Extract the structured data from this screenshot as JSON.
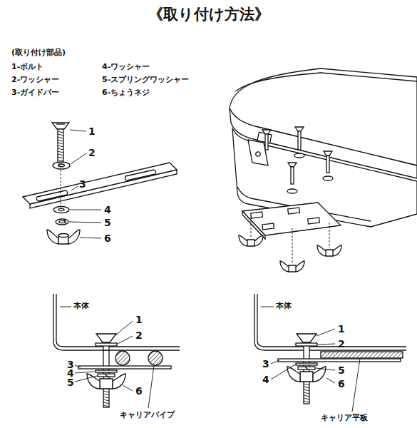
{
  "diagram": {
    "title": "《取り付け方法》",
    "labels": [
      "(取り付け部品)",
      "1-ボルト",
      "2-ワッシャー",
      "3-ガイドバー",
      "4-ワッシャー",
      "5-スプリングワッシャー",
      "6-ちょうネジ",
      "1",
      "2",
      "3",
      "4",
      "5",
      "6",
      "本体",
      "1",
      "2",
      "3",
      "4",
      "5",
      "6",
      "キャリアパイプ",
      "本体",
      "1",
      "2",
      "3",
      "5",
      "4",
      "6",
      "キャリア平板"
    ]
  }
}
